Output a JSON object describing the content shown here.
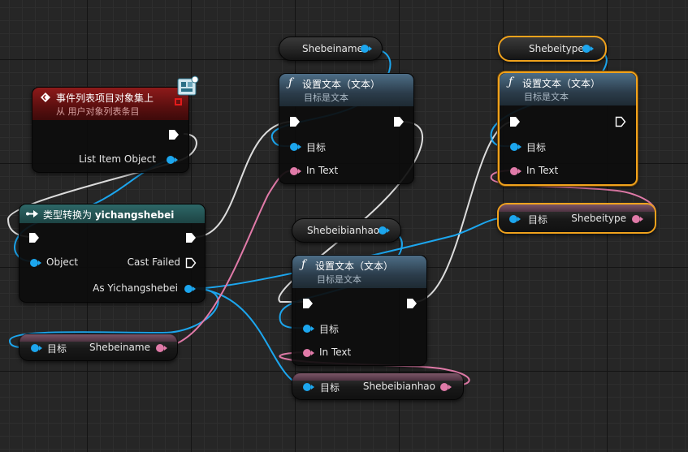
{
  "graph": {
    "event_node": {
      "title": "事件列表项目对象集上",
      "subtitle": "从 用户对象列表条目",
      "out_label": "List Item Object"
    },
    "cast_node": {
      "title_prefix": "类型转换为 ",
      "title_class": "yichangshebei",
      "in_label": "Object",
      "failed_label": "Cast Failed",
      "as_label": "As Yichangshebei"
    },
    "settext_nodes": [
      {
        "title": "设置文本（文本）",
        "subtitle": "目标是文本",
        "target_label": "目标",
        "intext_label": "In Text"
      },
      {
        "title": "设置文本（文本）",
        "subtitle": "目标是文本",
        "target_label": "目标",
        "intext_label": "In Text"
      },
      {
        "title": "设置文本（文本）",
        "subtitle": "目标是文本",
        "target_label": "目标",
        "intext_label": "In Text"
      }
    ],
    "get_nodes": {
      "shebeiname": "Shebeiname",
      "shebeibianhao": "Shebeibianhao",
      "shebeitype": "Shebeitype"
    },
    "prop_nodes": [
      {
        "target_label": "目标",
        "value_label": "Shebeiname"
      },
      {
        "target_label": "目标",
        "value_label": "Shebeibianhao"
      },
      {
        "target_label": "目标",
        "value_label": "Shebeitype"
      }
    ],
    "function_glyph": "ƒ"
  },
  "colors": {
    "object_pin": "#1ca6ee",
    "text_pin": "#e07aa8",
    "exec": "#ffffff",
    "selection": "#f0a21c",
    "event_header": "#8e1a1a",
    "function_header": "#4d6d86",
    "cast_header": "#2d6767"
  }
}
